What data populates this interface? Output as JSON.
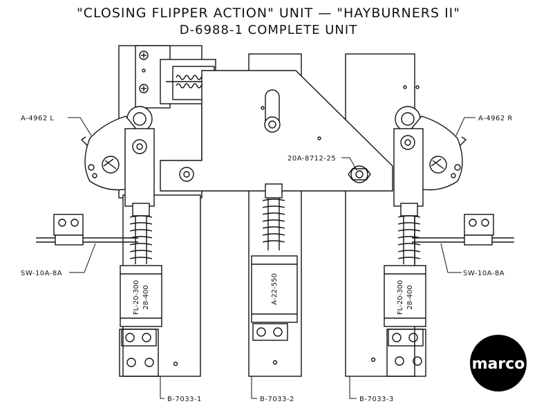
{
  "title": {
    "line1": "\"CLOSING FLIPPER ACTION\" UNIT — \"HAYBURNERS II\"",
    "line2": "D-6988-1   COMPLETE UNIT"
  },
  "labels": {
    "left_flipper": "A-4962 L",
    "right_flipper": "A-4962 R",
    "pivot": "20A-8712-25",
    "switch_left": "SW-10A-8A",
    "switch_right": "SW-10A-8A",
    "bracket_1": "B-7033-1",
    "bracket_2": "B-7033-2",
    "bracket_3": "B-7033-3"
  },
  "coils": {
    "left": {
      "line1": "FL-20-300",
      "line2": "28-400"
    },
    "center": {
      "line1": "A-22-550"
    },
    "right": {
      "line1": "FL-20-300",
      "line2": "28-400"
    }
  },
  "logo": {
    "text": "marco",
    "color": "#000000"
  },
  "colors": {
    "ink": "#111111",
    "paper": "#ffffff"
  }
}
